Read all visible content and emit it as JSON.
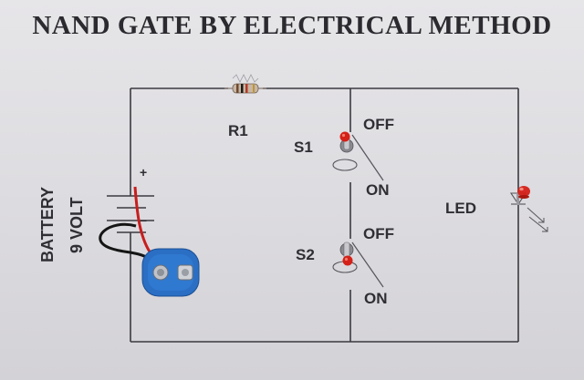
{
  "title": "NAND GATE BY ELECTRICAL METHOD",
  "battery": {
    "line1": "BATTERY",
    "line2": "9 VOLT",
    "plus": "+",
    "minus": "−"
  },
  "resistor": {
    "label": "R1"
  },
  "switch1": {
    "label": "S1",
    "off": "OFF",
    "on": "ON"
  },
  "switch2": {
    "label": "S2",
    "off": "OFF",
    "on": "ON"
  },
  "led": {
    "label": "LED"
  },
  "colors": {
    "wire": "#3a3a40",
    "led_red": "#d42018",
    "clip_blue": "#2a6fc4",
    "lead_red": "#c81e1e",
    "lead_black": "#151515"
  },
  "icons": [
    "resistor-icon",
    "toggle-switch-icon",
    "led-icon",
    "battery-clip-icon"
  ]
}
